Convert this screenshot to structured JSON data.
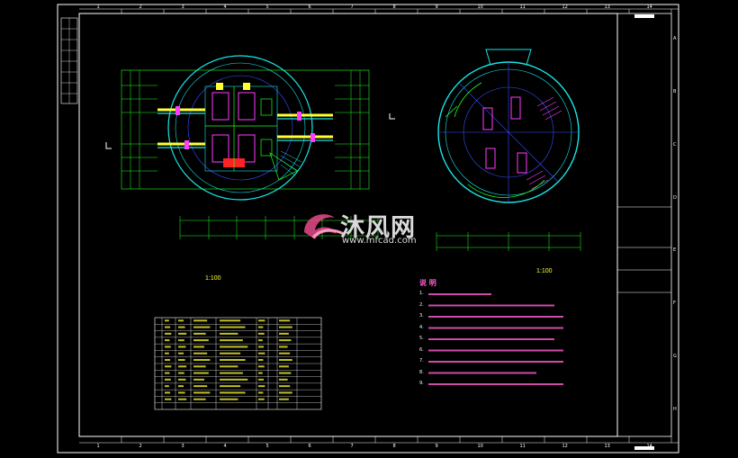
{
  "sheet": {
    "title_block_label": "",
    "column_labels": [
      "1",
      "2",
      "3",
      "4",
      "5",
      "6",
      "7",
      "8",
      "9",
      "10",
      "11",
      "12",
      "13",
      "14"
    ],
    "row_labels": [
      "A",
      "B",
      "C",
      "D",
      "E",
      "F",
      "G",
      "H"
    ]
  },
  "drawing": {
    "left_plan_scale": "1:100",
    "right_plan_scale": "1:100",
    "notes_heading": "说 明",
    "note_numbers": [
      "1.",
      "2.",
      "3.",
      "4.",
      "5.",
      "6.",
      "7.",
      "8.",
      "9."
    ]
  },
  "watermark": {
    "brand": "沐风网",
    "url": "www.mfcad.com"
  },
  "colors": {
    "border": "#ffffff",
    "cyan": "#19e6e6",
    "green": "#22ff22",
    "magenta": "#ff3cff",
    "yellow": "#ffff33",
    "red": "#ff2222",
    "blue": "#3a4cff",
    "pink_text": "#ff5fd0"
  }
}
